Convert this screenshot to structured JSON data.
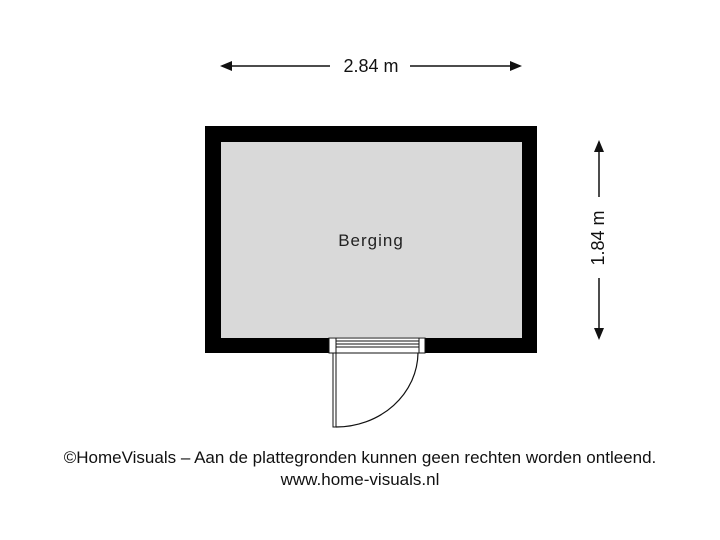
{
  "dimensions": {
    "width_label": "2.84 m",
    "height_label": "1.84 m"
  },
  "rooms": [
    {
      "name": "Berging"
    }
  ],
  "footer": {
    "copyright": "©HomeVisuals – Aan de plattegronden kunnen geen rechten worden ontleend.",
    "url": "www.home-visuals.nl"
  },
  "colors": {
    "wall": "#000000",
    "floor": "#d9d9d9",
    "line": "#111111"
  }
}
